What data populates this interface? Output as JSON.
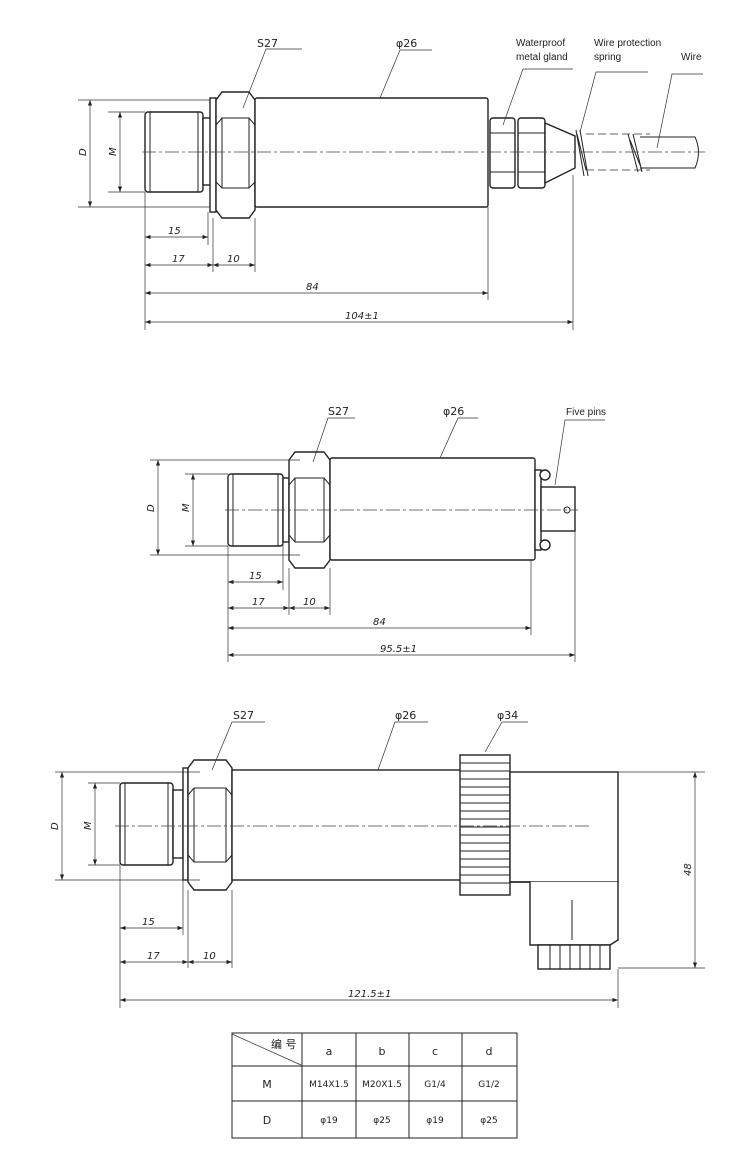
{
  "drawing1": {
    "hex_label": "S27",
    "body_label": "φ26",
    "gland_label": [
      "Waterproof",
      "metal gland"
    ],
    "spring_label": [
      "Wire protection",
      "spring"
    ],
    "wire_label": "Wire",
    "D": "D",
    "M": "M",
    "dims": [
      "15",
      "17",
      "10",
      "84",
      "104±1"
    ]
  },
  "drawing2": {
    "hex_label": "S27",
    "body_label": "φ26",
    "pins_label": "Five pins",
    "D": "D",
    "M": "M",
    "dims": [
      "15",
      "17",
      "10",
      "84",
      "95.5±1"
    ]
  },
  "drawing3": {
    "hex_label": "S27",
    "body_label": "φ26",
    "nut_label": "φ34",
    "D": "D",
    "M": "M",
    "dims": [
      "15",
      "17",
      "10",
      "121.5±1",
      "48"
    ]
  },
  "table": {
    "corner": "编 号",
    "columns": [
      "a",
      "b",
      "c",
      "d"
    ],
    "rows": [
      {
        "label": "M",
        "values": [
          "M14X1.5",
          "M20X1.5",
          "G1/4",
          "G1/2"
        ]
      },
      {
        "label": "D",
        "values": [
          "φ19",
          "φ25",
          "φ19",
          "φ25"
        ]
      }
    ]
  }
}
